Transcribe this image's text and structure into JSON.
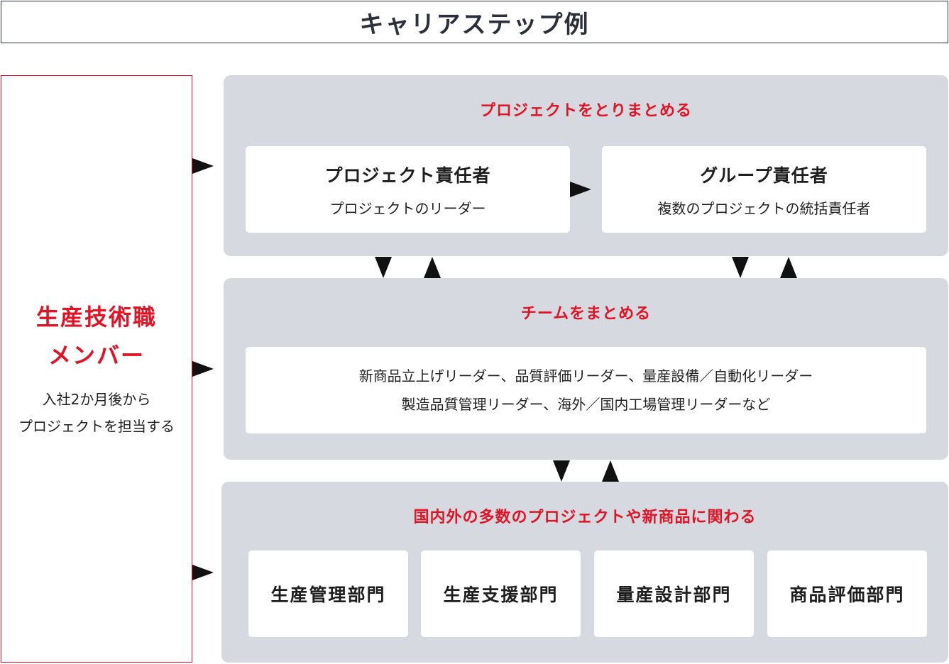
{
  "title": "キャリアステップ例",
  "member": {
    "title_line1": "生産技術職",
    "title_line2": "メンバー",
    "sub_line1": "入社2か月後から",
    "sub_line2": "プロジェクトを担当する"
  },
  "panel_project": {
    "heading": "プロジェクトをとりまとめる",
    "cards": [
      {
        "title": "プロジェクト責任者",
        "sub": "プロジェクトのリーダー"
      },
      {
        "title": "グループ責任者",
        "sub": "複数のプロジェクトの統括責任者"
      }
    ]
  },
  "panel_team": {
    "heading": "チームをまとめる",
    "line1": "新商品立上げリーダー、品質評価リーダー、量産設備／自動化リーダー",
    "line2": "製造品質管理リーダー、海外／国内工場管理リーダーなど"
  },
  "panel_global": {
    "heading": "国内外の多数のプロジェクトや新商品に関わる",
    "departments": [
      "生産管理部門",
      "生産支援部門",
      "量産設計部門",
      "商品評価部門"
    ]
  },
  "colors": {
    "accent_red": "#e01425",
    "panel_gray": "#d7d9e1",
    "border_dark": "#2d3340"
  }
}
